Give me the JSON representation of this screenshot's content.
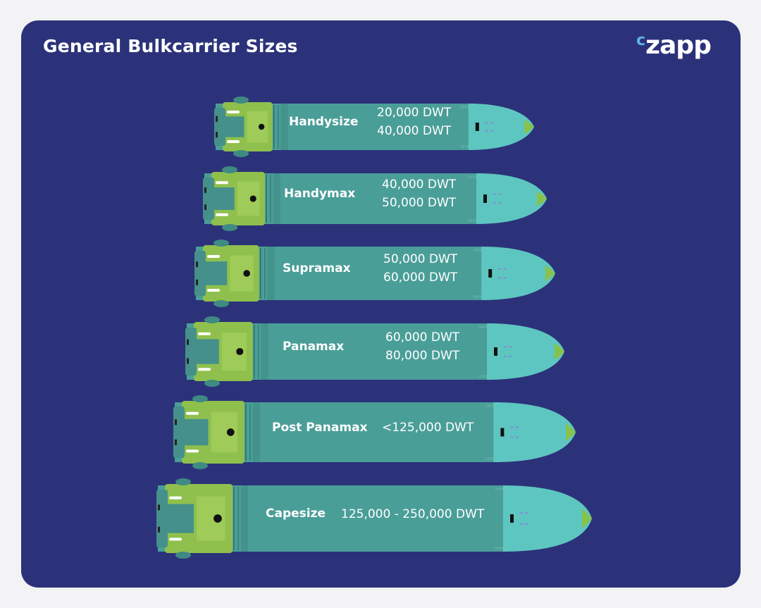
{
  "title": "General Bulkcarrier Sizes",
  "logo": {
    "prefix": "c",
    "text": "zapp"
  },
  "colors": {
    "background": "#2c327a",
    "hull": "#4a9e98",
    "bow": "#5ec6c0",
    "bow_tip": "#86c34e",
    "superstructure": "#8fc04d",
    "bridge": "#45908b",
    "text": "#ffffff"
  },
  "ships": [
    {
      "name": "Handysize",
      "dwt_lines": [
        "20,000 DWT",
        "40,000 DWT"
      ]
    },
    {
      "name": "Handymax",
      "dwt_lines": [
        "40,000 DWT",
        "50,000 DWT"
      ]
    },
    {
      "name": "Supramax",
      "dwt_lines": [
        "50,000 DWT",
        "60,000 DWT"
      ]
    },
    {
      "name": "Panamax",
      "dwt_lines": [
        "60,000 DWT",
        "80,000 DWT"
      ]
    },
    {
      "name": "Post Panamax",
      "dwt_lines": [
        "<125,000 DWT"
      ]
    },
    {
      "name": "Capesize",
      "dwt_lines": [
        "125,000 - 250,000 DWT"
      ]
    }
  ]
}
